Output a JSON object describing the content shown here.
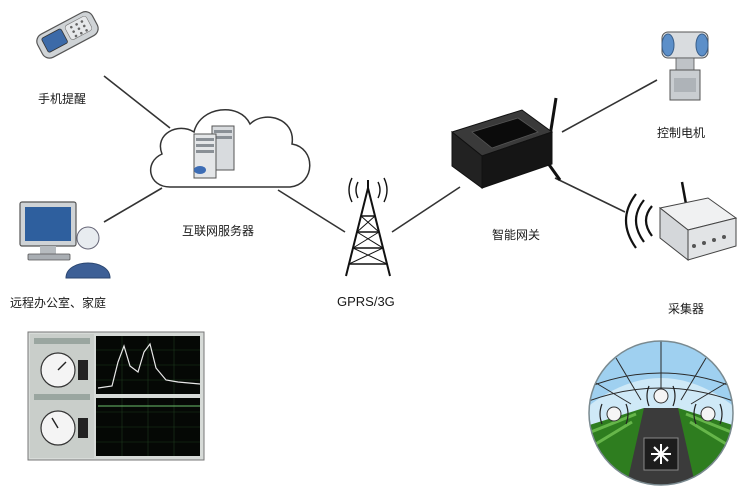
{
  "nodes": {
    "phone": {
      "label": "手机提醒"
    },
    "server": {
      "label": "互联网服务器"
    },
    "remote": {
      "label": "远程办公室、家庭"
    },
    "tower": {
      "label": "GPRS/3G"
    },
    "gateway": {
      "label": "智能网关"
    },
    "motor": {
      "label": "控制电机"
    },
    "collector": {
      "label": "采集器"
    }
  }
}
